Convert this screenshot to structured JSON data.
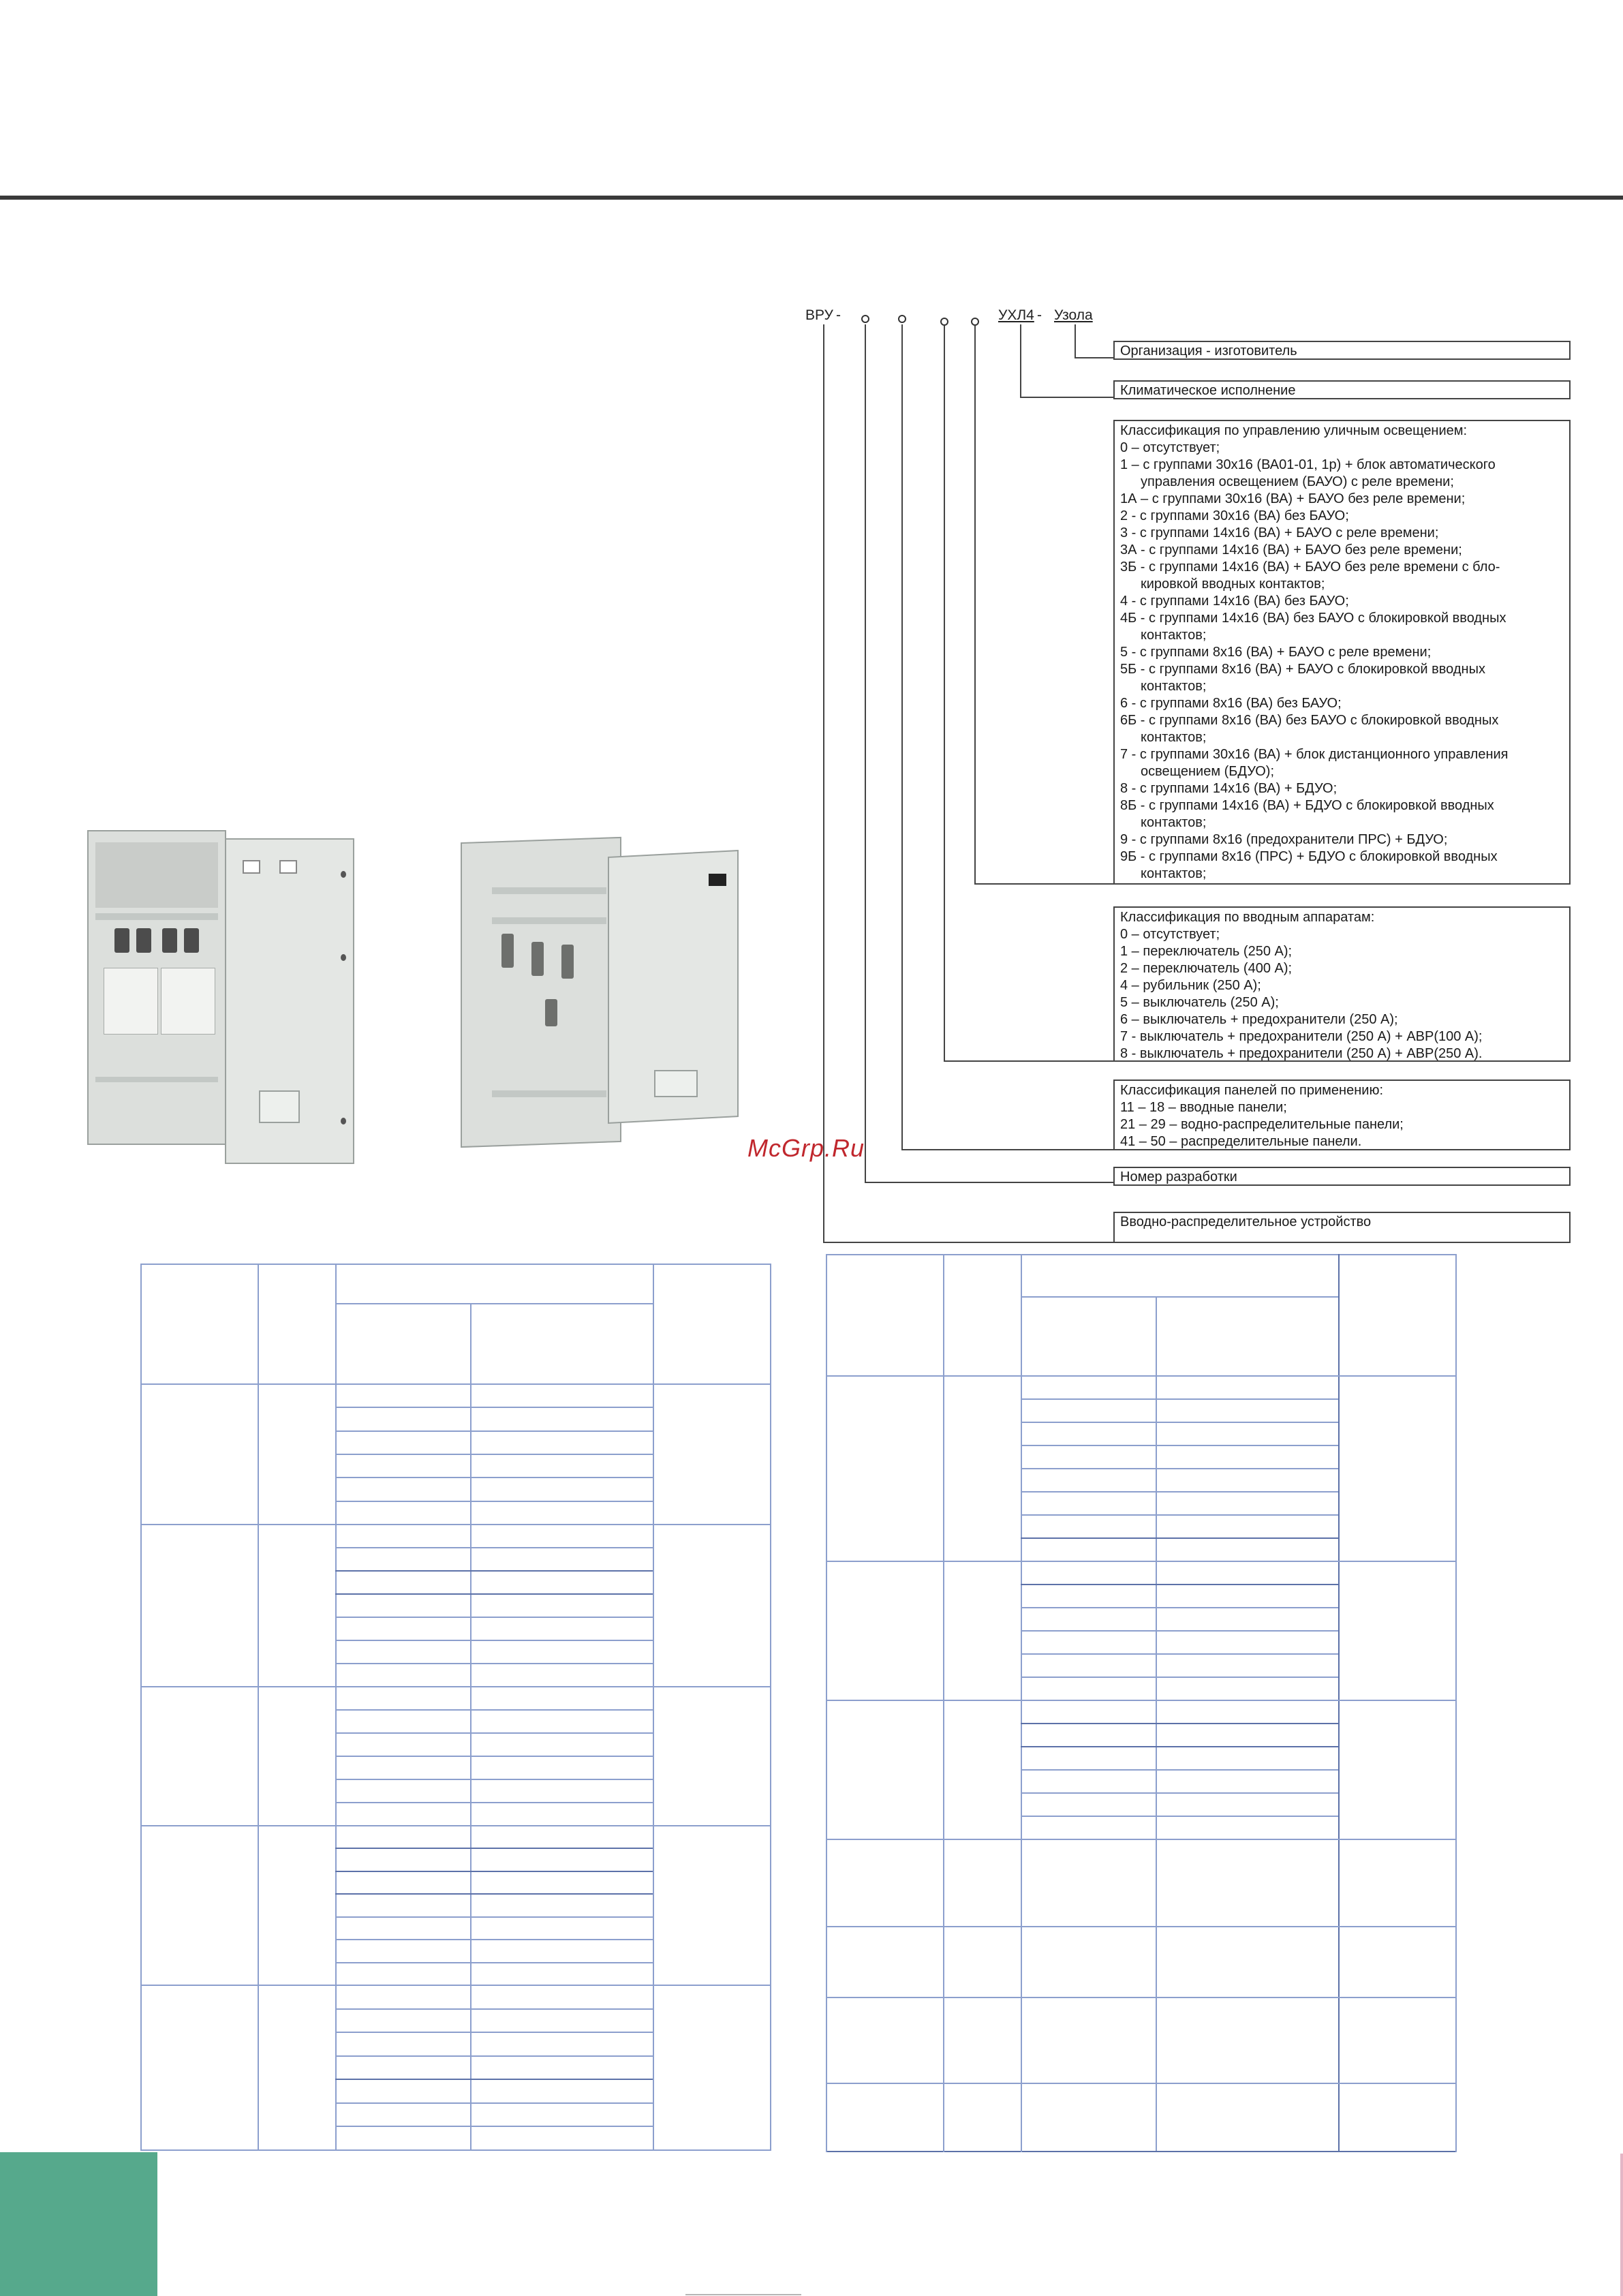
{
  "designation": {
    "prefix": "ВРУ",
    "dash1": "-",
    "dash2": "-",
    "dash3": "-",
    "climate_code": "УХЛ4",
    "city": "Узола"
  },
  "boxes": {
    "manufacturer": "Организация - изготовитель",
    "climate": "Климатическое исполнение",
    "lighting": {
      "title": "Классификация по управлению уличным освещением:",
      "lines": [
        {
          "t": "0 – отсутствует;",
          "indent": false
        },
        {
          "t": "1 – с группами 30х16 (ВА01-01, 1р) + блок автоматического",
          "indent": false
        },
        {
          "t": "управления освещением (БАУО) с реле времени;",
          "indent": true
        },
        {
          "t": "1А – с группами 30х16 (ВА) + БАУО без реле времени;",
          "indent": false
        },
        {
          "t": "2 - с группами 30х16 (ВА) без БАУО;",
          "indent": false
        },
        {
          "t": "3 - с группами 14х16 (ВА) + БАУО с реле времени;",
          "indent": false
        },
        {
          "t": "3А - с группами 14х16 (ВА) + БАУО без реле времени;",
          "indent": false
        },
        {
          "t": "3Б - с группами 14х16 (ВА) + БАУО без реле времени с бло-",
          "indent": false
        },
        {
          "t": "кировкой вводных контактов;",
          "indent": true
        },
        {
          "t": "4 - с группами 14х16 (ВА) без БАУО;",
          "indent": false
        },
        {
          "t": "4Б - с группами 14х16 (ВА) без БАУО с блокировкой вводных",
          "indent": false
        },
        {
          "t": "контактов;",
          "indent": true
        },
        {
          "t": "5 - с группами 8х16 (ВА) + БАУО с реле времени;",
          "indent": false
        },
        {
          "t": "5Б - с группами 8х16 (ВА) + БАУО с блокировкой вводных",
          "indent": false
        },
        {
          "t": "контактов;",
          "indent": true
        },
        {
          "t": "6 - с группами 8х16 (ВА) без БАУО;",
          "indent": false
        },
        {
          "t": "6Б - с группами 8х16 (ВА) без БАУО с блокировкой вводных",
          "indent": false
        },
        {
          "t": "контактов;",
          "indent": true
        },
        {
          "t": "7 - с группами 30х16 (ВА) + блок дистанционного управления",
          "indent": false
        },
        {
          "t": "освещением (БДУО);",
          "indent": true
        },
        {
          "t": "8 - с группами 14х16 (ВА) + БДУО;",
          "indent": false
        },
        {
          "t": "8Б - с группами 14х16 (ВА) + БДУО с блокировкой вводных",
          "indent": false
        },
        {
          "t": "контактов;",
          "indent": true
        },
        {
          "t": "9 - с группами 8х16 (предохранители ПРС) + БДУО;",
          "indent": false
        },
        {
          "t": "9Б - с группами 8х16 (ПРС) + БДУО с блокировкой вводных",
          "indent": false
        },
        {
          "t": "контактов;",
          "indent": true
        }
      ]
    },
    "input": {
      "title": "Классификация по вводным аппаратам:",
      "lines": [
        "0 – отсутствует;",
        "1 – переключатель (250 А);",
        "2 – переключатель (400 А);",
        "4 – рубильник (250 А);",
        "5 – выключатель (250 А);",
        "6 – выключатель + предохранители (250 А);",
        "7 - выключатель + предохранители (250 А) + АВР(100 А);",
        "8 - выключатель + предохранители (250 А) + АВР(250 А)."
      ]
    },
    "panels": {
      "title": "Классификация панелей по применению:",
      "lines": [
        "11 – 18 – вводные панели;",
        "21 – 29 – водно-распределительные панели;",
        "41 – 50 – распределительные панели."
      ]
    },
    "dev_number": "Номер разработки",
    "device": "Вводно-распределительное устройство"
  },
  "watermark": "McGrp.Ru",
  "colors": {
    "accent_green": "#56a98c",
    "table_line": "#8c9fcd",
    "watermark_red": "#c0272d"
  }
}
